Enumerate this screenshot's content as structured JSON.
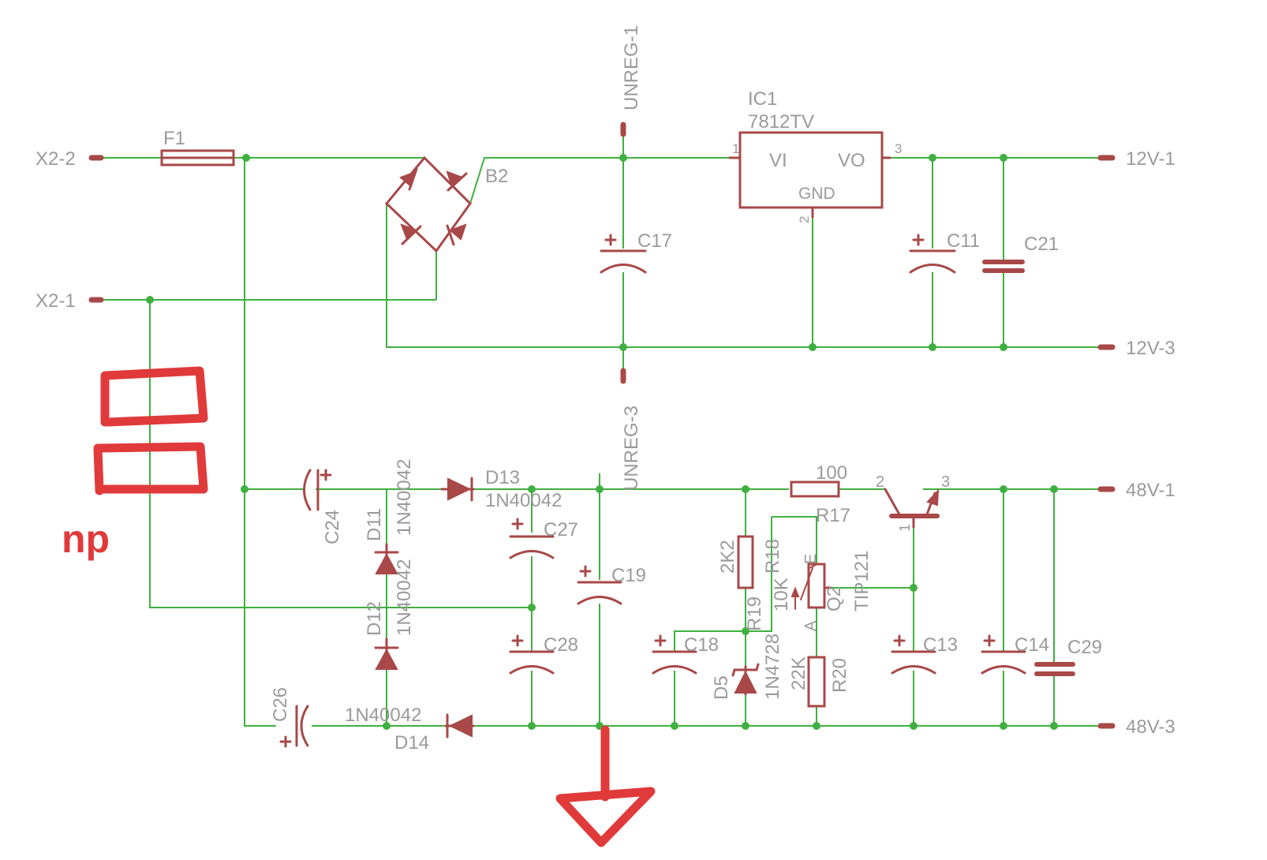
{
  "connectors": {
    "x2_2": "X2-2",
    "x2_1": "X2-1",
    "out_12v_1": "12V-1",
    "out_12v_3": "12V-3",
    "out_48v_1": "48V-1",
    "out_48v_3": "48V-3",
    "unreg_1": "UNREG-1",
    "unreg_3": "UNREG-3"
  },
  "components": {
    "f1": "F1",
    "b2": "B2",
    "ic1_name": "IC1",
    "ic1_value": "7812TV",
    "ic1_vi": "VI",
    "ic1_vo": "VO",
    "ic1_gnd": "GND",
    "pin1": "1",
    "pin2": "2",
    "pin3": "3",
    "c17": "C17",
    "c11": "C11",
    "c21": "C21",
    "c24": "C24",
    "c26": "C26",
    "c27": "C27",
    "c28": "C28",
    "c19": "C19",
    "c18": "C18",
    "c13": "C13",
    "c14": "C14",
    "c29": "C29",
    "d11": "D11",
    "d11_value": "1N40042",
    "d12": "D12",
    "d12_value": "1N40042",
    "d13": "D13",
    "d13_value": "1N40042",
    "d14": "D14",
    "d14_value": "1N40042",
    "d5": "D5",
    "d5_value": "1N4728",
    "r17": "R17",
    "r17_value": "100",
    "r18": "R18",
    "r18_value": "2K2",
    "r19": "R19",
    "r19_value": "10K",
    "r19_e": "E",
    "r19_a": "A",
    "r20": "R20",
    "r20_value": "22K",
    "q2": "Q2",
    "q2_value": "TIP121",
    "q2_pin1": "1",
    "q2_pin2": "2",
    "q2_pin3": "3"
  },
  "annotations": {
    "np": "np"
  },
  "colors": {
    "wire": "#3fb03f",
    "part": "#a84848",
    "label": "#9a9a9a",
    "annotation": "#e03a3a"
  }
}
